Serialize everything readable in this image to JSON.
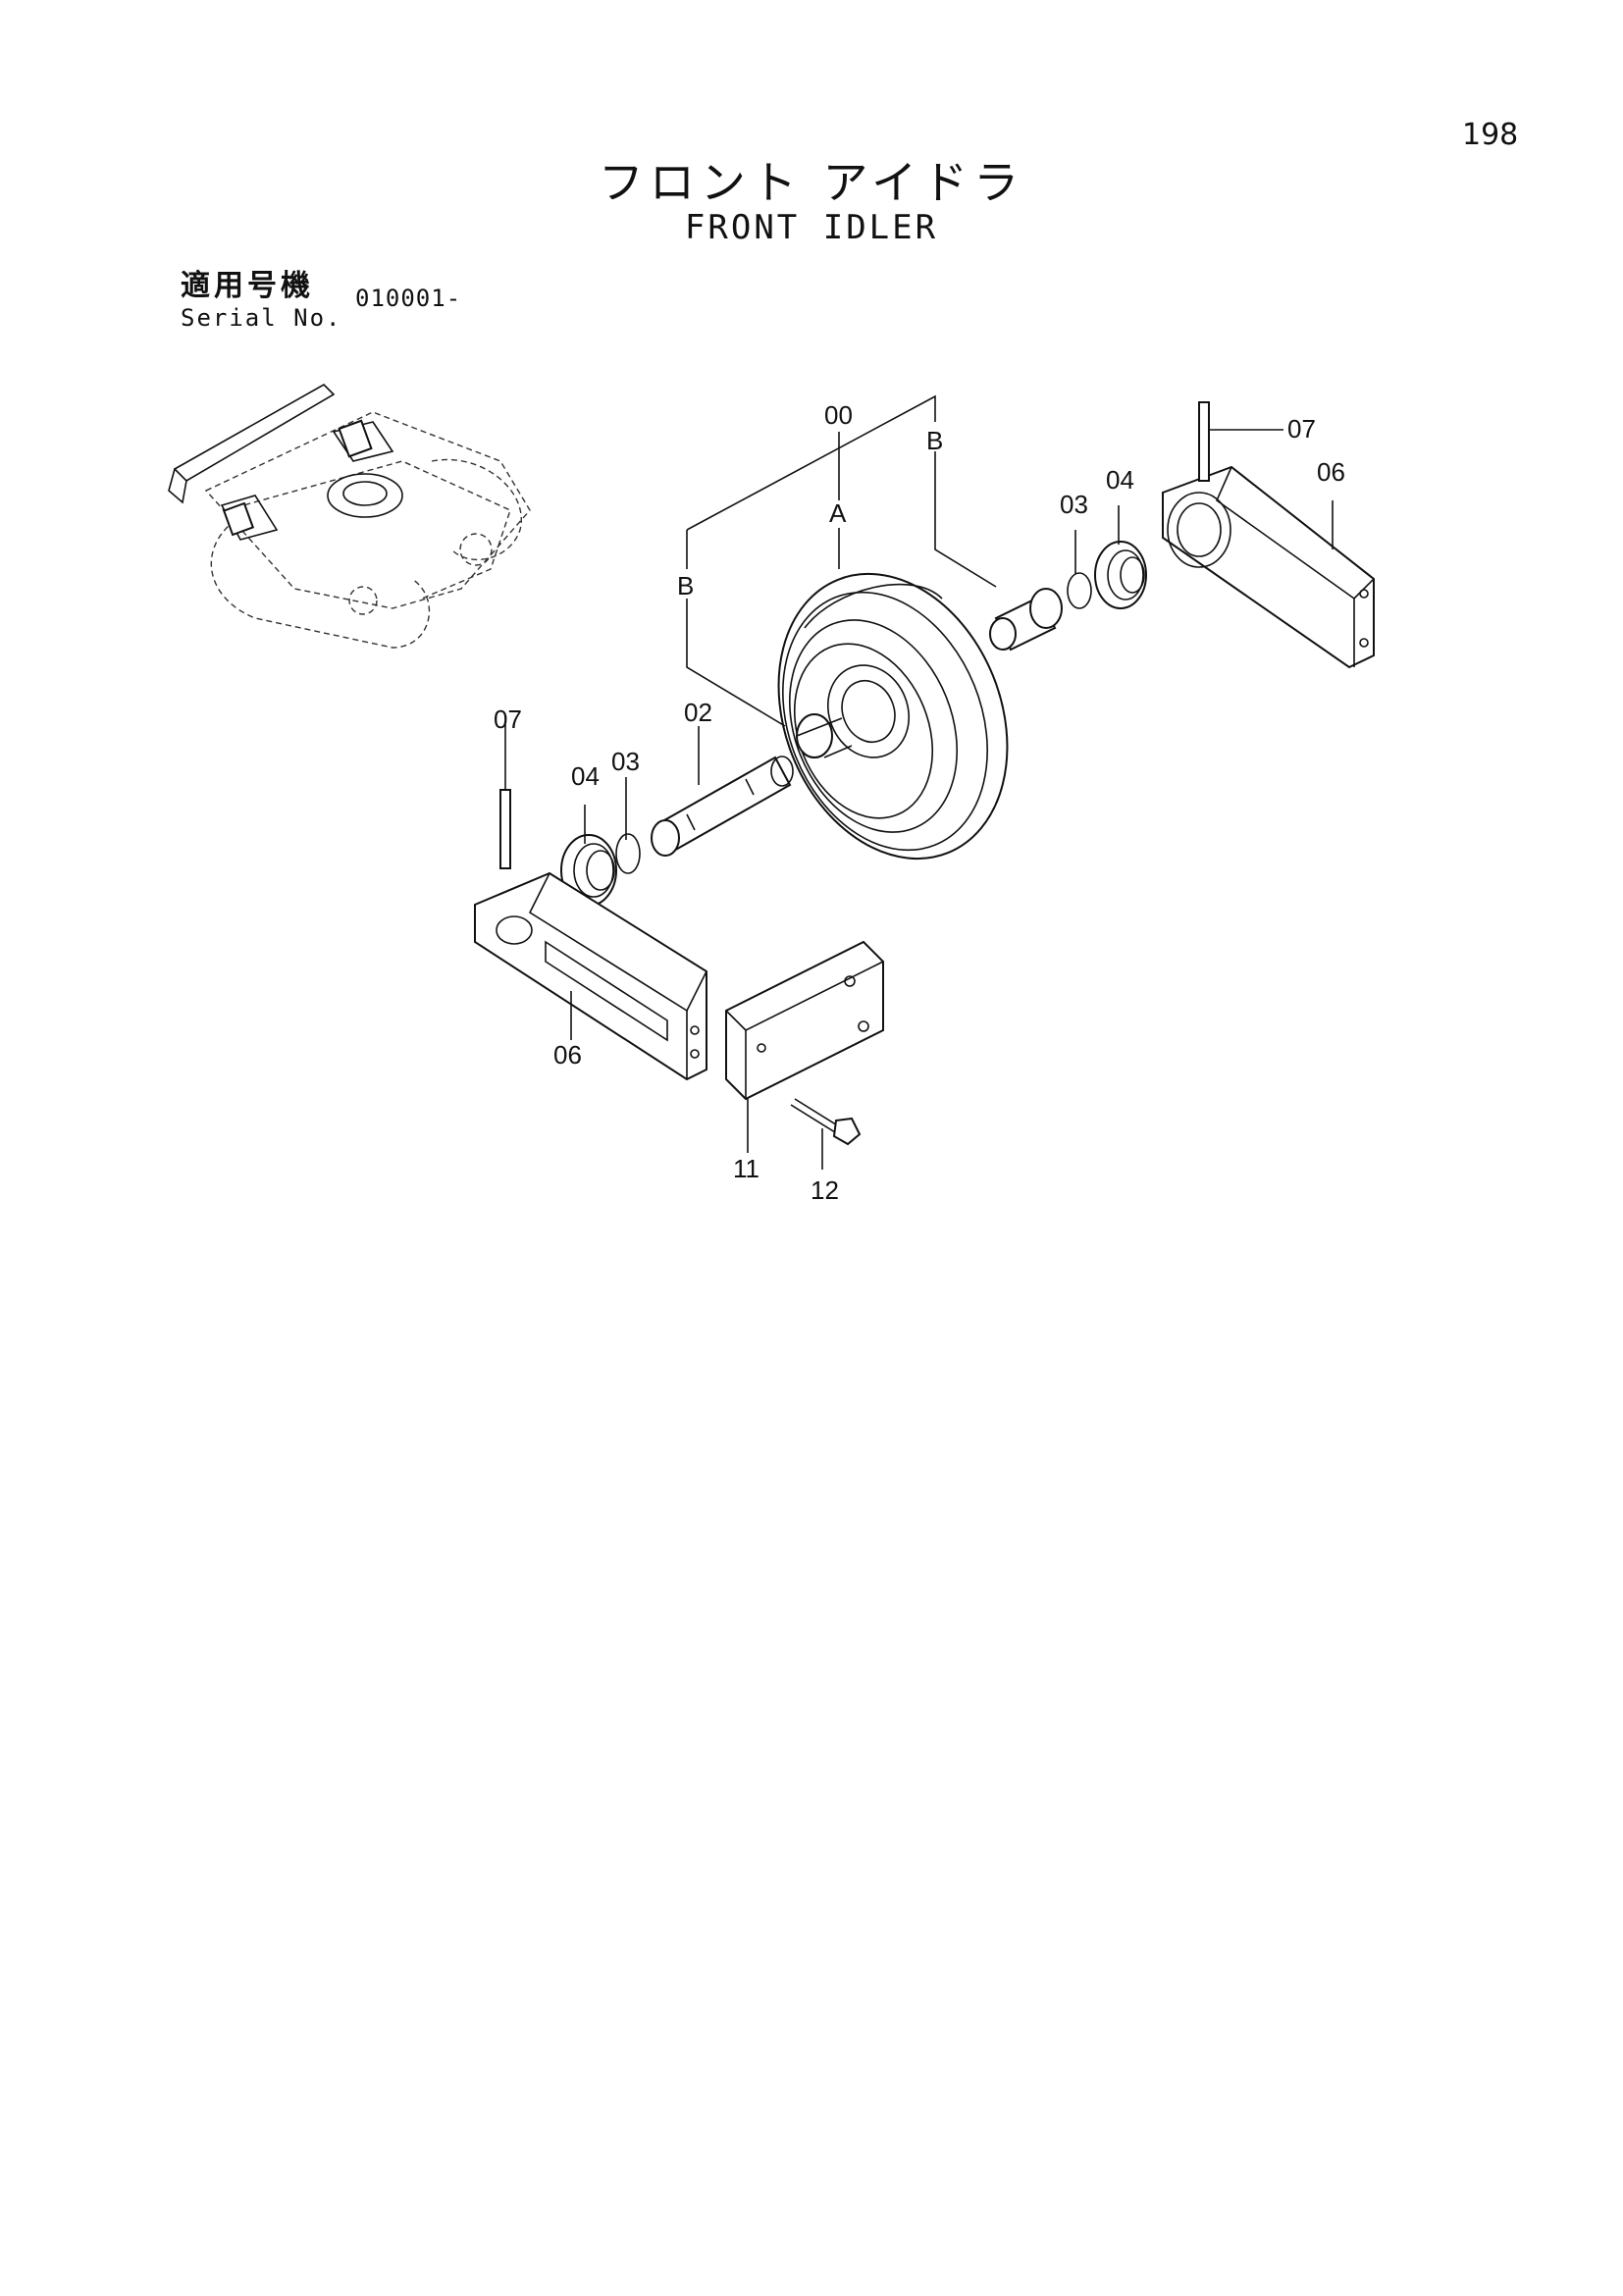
{
  "page_number": "198",
  "title_jp": "フロント アイドラ",
  "title_en": "FRONT IDLER",
  "serial": {
    "label_jp": "適用号機",
    "label_en": "Serial No.",
    "value": "010001-"
  },
  "callouts": {
    "c00": "00",
    "cA": "A",
    "cB_left": "B",
    "cB_right": "B",
    "c02": "02",
    "c03_left": "03",
    "c03_right": "03",
    "c04_left": "04",
    "c04_right": "04",
    "c06_left": "06",
    "c06_right": "06",
    "c07_left": "07",
    "c07_right": "07",
    "c11": "11",
    "c12": "12"
  }
}
